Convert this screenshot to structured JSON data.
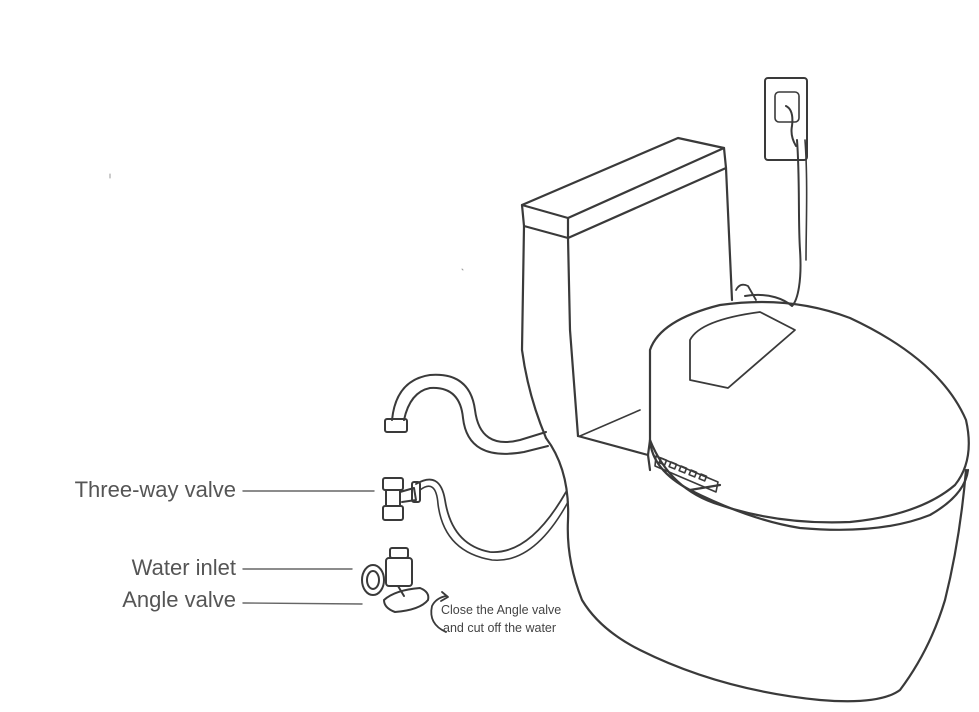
{
  "labels": {
    "three_way_valve": "Three-way valve",
    "water_inlet": "Water inlet",
    "angle_valve": "Angle valve"
  },
  "note": {
    "line1": "Close the Angle valve",
    "line2": "and cut off the water"
  },
  "colors": {
    "line": "#3a3a3a",
    "callout_line": "#666666",
    "text": "#555555"
  }
}
